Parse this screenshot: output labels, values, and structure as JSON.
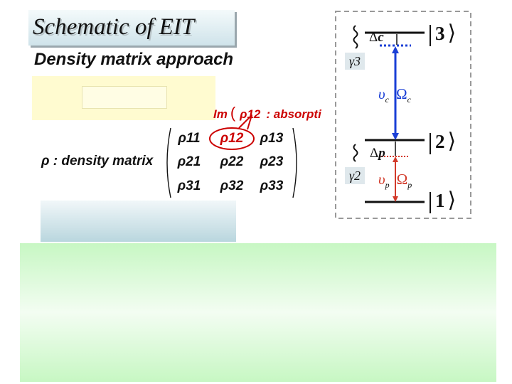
{
  "title": "Schematic of EIT",
  "subtitle": "Density matrix approach",
  "absorption": {
    "im_label": "Im",
    "rho": "ρ12",
    "label": ": absorpti"
  },
  "density": {
    "label": "ρ : density matrix",
    "matrix": [
      [
        "ρ11",
        "ρ12",
        "ρ13"
      ],
      [
        "ρ21",
        "ρ22",
        "ρ23"
      ],
      [
        "ρ31",
        "ρ32",
        "ρ33"
      ]
    ],
    "highlighted": "ρ12"
  },
  "levels": {
    "top": "3",
    "middle": "2",
    "bottom": "1"
  },
  "decay": {
    "upper": "γ3",
    "lower": "γ2"
  },
  "coupling": {
    "detuning_symbol": "Δ",
    "detuning_sub": "c",
    "freq_symbol": "υ",
    "freq_sub": "c",
    "rabi_symbol": "Ω",
    "rabi_sub": "c"
  },
  "probe": {
    "detuning_symbol": "Δ",
    "detuning_sub": "p",
    "freq_symbol": "υ",
    "freq_sub": "p",
    "rabi_symbol": "Ω",
    "rabi_sub": "p"
  },
  "colors": {
    "coupling": "#1a3fd6",
    "probe": "#d23a2a",
    "highlight": "#cc0000"
  }
}
